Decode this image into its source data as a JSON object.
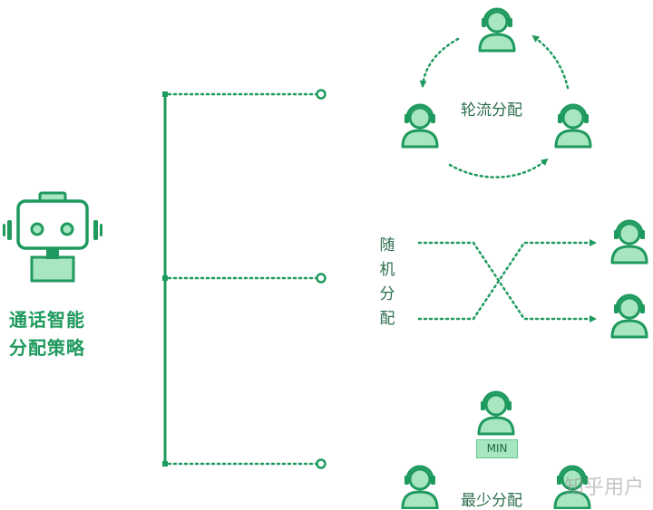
{
  "robot": {
    "title_line1": "通话智能",
    "title_line2": "分配策略"
  },
  "strategies": {
    "round_robin": "轮流分配",
    "random_chars": [
      "随",
      "机",
      "分",
      "配"
    ],
    "least": "最少分配"
  },
  "badge": {
    "min": "MIN"
  },
  "watermark": "知乎用户",
  "colors": {
    "accent": "#1f9a5e",
    "agent_fill": "#a8e6c0",
    "dotted": "#1f9a5e"
  },
  "icons": [
    "robot-icon",
    "agent-headset-icon"
  ]
}
